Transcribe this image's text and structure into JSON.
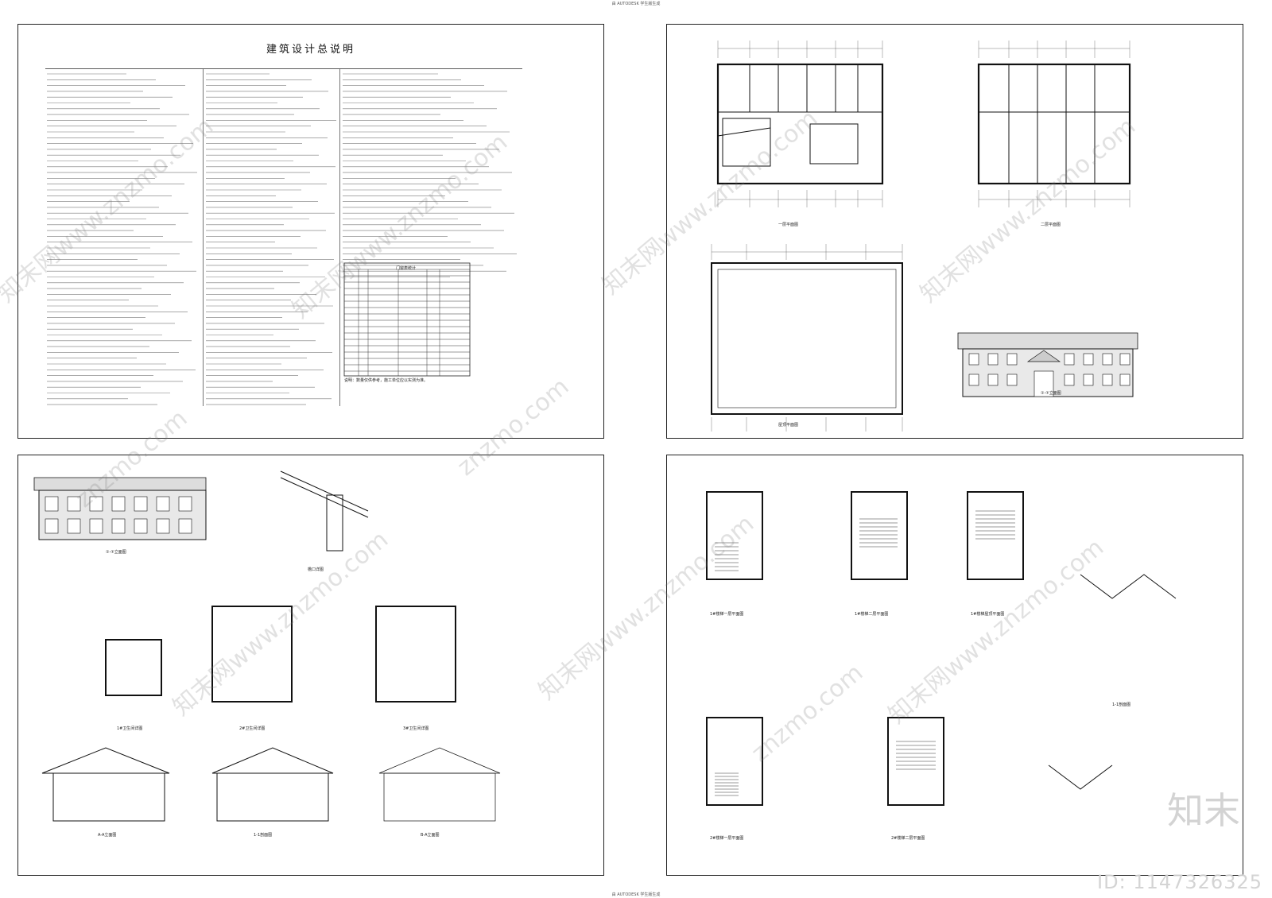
{
  "header": {
    "top_note": "由 AUTODESK 学生版生成",
    "bottom_note": "由 AUTODESK 学生版生成"
  },
  "sheet1": {
    "title": "建筑设计总说明",
    "door_table_title": "门窗表统计",
    "door_table_note": "说明：数量仅供参考，施工单位应以实测为准。"
  },
  "sheet2": {
    "captions": [
      "一层平面图",
      "二层平面图",
      "屋顶平面图",
      "①-⑦立面图"
    ]
  },
  "sheet3": {
    "captions": [
      "①-⑦立面图",
      "檐口详图",
      "1#卫生间详图",
      "2#卫生间详图",
      "3#卫生间详图",
      "A-A立面图",
      "1-1剖面图",
      "B-A立面图"
    ]
  },
  "sheet4": {
    "captions": [
      "1#楼梯一层平面图",
      "1#楼梯二层平面图",
      "1#楼梯屋顶平面图",
      "2#楼梯一层平面图",
      "2#楼梯二层平面图",
      "1-1剖面图"
    ]
  },
  "watermark": {
    "text": "知末网www.znzmo.com",
    "site": "znzmo.com",
    "brand": "知末",
    "id_label": "ID: 1147326325"
  },
  "colors": {
    "line": "#222222",
    "paper": "#ffffff",
    "watermark": "#9a9a9a"
  }
}
